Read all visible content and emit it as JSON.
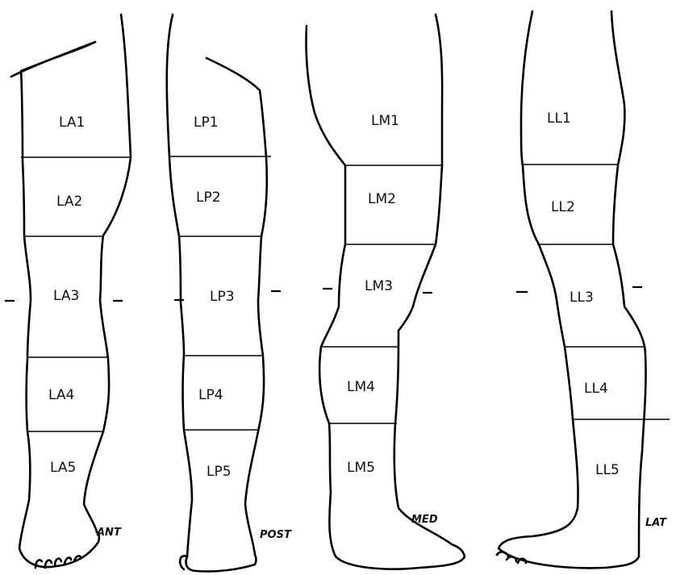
{
  "views": [
    {
      "id": "anterior",
      "view_label": "ANT",
      "segments": [
        {
          "label": "LA1"
        },
        {
          "label": "LA2"
        },
        {
          "label": "LA3"
        },
        {
          "label": "LA4"
        },
        {
          "label": "LA5"
        }
      ]
    },
    {
      "id": "posterior",
      "view_label": "POST",
      "segments": [
        {
          "label": "LP1"
        },
        {
          "label": "LP2"
        },
        {
          "label": "LP3"
        },
        {
          "label": "LP4"
        },
        {
          "label": "LP5"
        }
      ]
    },
    {
      "id": "medial",
      "view_label": "MED",
      "segments": [
        {
          "label": "LM1"
        },
        {
          "label": "LM2"
        },
        {
          "label": "LM3"
        },
        {
          "label": "LM4"
        },
        {
          "label": "LM5"
        }
      ]
    },
    {
      "id": "lateral",
      "view_label": "LAT",
      "segments": [
        {
          "label": "LL1"
        },
        {
          "label": "LL2"
        },
        {
          "label": "LL3"
        },
        {
          "label": "LL4"
        },
        {
          "label": "LL5"
        }
      ]
    }
  ]
}
